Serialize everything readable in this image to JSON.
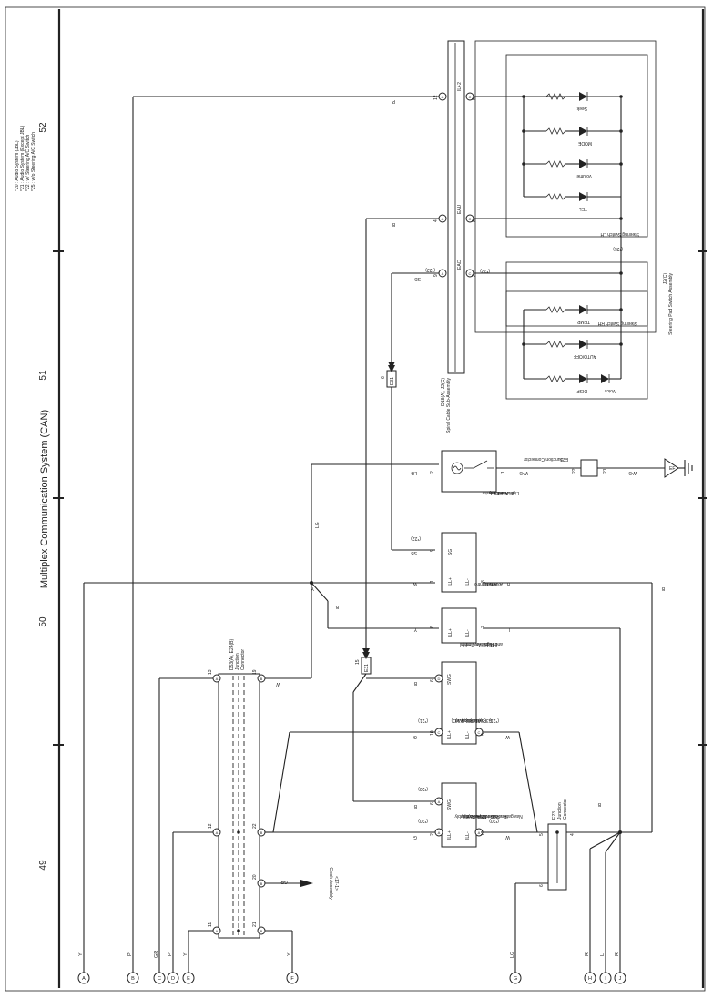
{
  "title": "Multiplex Communication System (CAN)",
  "page_numbers": [
    "49",
    "50",
    "51",
    "52"
  ],
  "notes": [
    "*20 : Audio System (JBL)",
    "*21 : Audio System (Except JBL)",
    "*22 : w/ Steering A/C Switch",
    "*25 : w/o Steering A/C Switch"
  ],
  "left_terminals": [
    {
      "id": "A",
      "wire": "Y"
    },
    {
      "id": "B",
      "wire": "P"
    },
    {
      "id": "C",
      "wire": "GR"
    },
    {
      "id": "D",
      "wire": "P"
    },
    {
      "id": "E",
      "wire": "Y"
    },
    {
      "id": "F",
      "wire": "Y"
    },
    {
      "id": "G",
      "wire": "LG"
    },
    {
      "id": "H",
      "wire": "R"
    },
    {
      "id": "I",
      "wire": "L"
    },
    {
      "id": "J",
      "wire": "R"
    }
  ],
  "junction1": {
    "name": "D53(A), E24(B)",
    "l1": "Junction",
    "l2": "Connector",
    "pins": [
      "11",
      "12",
      "13",
      "21",
      "22",
      "19",
      "20"
    ],
    "pin_letters": [
      "A",
      "B"
    ]
  },
  "clock": {
    "l1": "Clock Assembly",
    "l2": "<17-1>",
    "wire": "GR"
  },
  "nav": {
    "l1": "Navigation Receiver Assembly",
    "l2": "*20 : E2(A)",
    "l3": "Radio Receiver Assembly",
    "l4": "*21 : E3(B)",
    "pins": [
      "ILL+",
      "SWG",
      "ILL-"
    ],
    "pin_nums": [
      "2",
      "6",
      "12"
    ],
    "pin_letters": [
      "A",
      "A",
      "A"
    ],
    "wires": [
      "G",
      "B",
      "W"
    ],
    "tag": "(*20)"
  },
  "radio": {
    "l1": "E3(B), E8(C), E9(D)",
    "l2": "Radio Receiver",
    "l3": "Assembly",
    "pins": [
      "ILL+",
      "SWG",
      "ILL-"
    ],
    "pin_nums": [
      "10",
      "6",
      "5"
    ],
    "pin_letters": [
      "C",
      "D",
      "C"
    ],
    "wires": [
      "G",
      "B",
      "W"
    ],
    "tag": "(*21)"
  },
  "e23": {
    "name": "E23",
    "l1": "Junction",
    "l2": "Connector",
    "pins": [
      "5",
      "6",
      "4"
    ]
  },
  "e19": {
    "name": "E19",
    "l1": "Integration Control",
    "l2": "and Panel Assembly",
    "pins": [
      "ILL+",
      "ILL-"
    ],
    "pin_nums": [
      "6",
      "7"
    ],
    "wires": [
      "Y",
      "L"
    ]
  },
  "e10": {
    "name": "E10",
    "l1": "A/C Control",
    "l2": "Assembly",
    "pins": [
      "ILL+",
      "ILL-",
      "SG"
    ],
    "pin_nums": [
      "1",
      "8",
      "9"
    ],
    "wires": [
      "W",
      "B",
      "SB"
    ],
    "tag": "(*22)"
  },
  "e13": {
    "name": "E13",
    "l1": "No. 2 Interior",
    "l2": "Illumination",
    "l3": "Light Assembly",
    "pins": [
      "2",
      "1"
    ],
    "wires": [
      "LG",
      "W-B"
    ]
  },
  "e25": {
    "name": "E25",
    "l1": "Junction Connector",
    "pins": [
      "22",
      "21"
    ],
    "wire": "W-B",
    "ground": "EF"
  },
  "connectors": [
    {
      "name": "E31",
      "pin": "6"
    },
    {
      "name": "E31",
      "pin": "15"
    }
  ],
  "spiral": {
    "l1": "D18(A), J2(C)",
    "l2": "Spiral Cable Sub-Assembly",
    "pins": [
      "IL+2",
      "EAU",
      "EAC"
    ],
    "pin_nums_a": [
      "12",
      "4",
      "9"
    ],
    "pin_nums_c": [
      "5",
      "8",
      "2"
    ],
    "wires": [
      "P",
      "B",
      "SB"
    ],
    "tag": "(*22)"
  },
  "pad": {
    "l1": "J2(C)",
    "l2": "Steering Pad Switch Assembly",
    "tag25": "(*25)"
  },
  "lh": {
    "label": "Steering Switch LH",
    "switches": [
      "Seek",
      "MODE",
      "Volume",
      "TEL"
    ]
  },
  "rh": {
    "label": "Steering Switch RH",
    "switches": [
      "TEMP",
      "AUTO/OFF",
      "DISP",
      "Voice"
    ]
  },
  "wires_misc": {
    "y_bus": "Y",
    "lg": "LG",
    "w_bus": "W",
    "b_bus": "B",
    "b_top": "B",
    "b_near_hj": "B"
  }
}
